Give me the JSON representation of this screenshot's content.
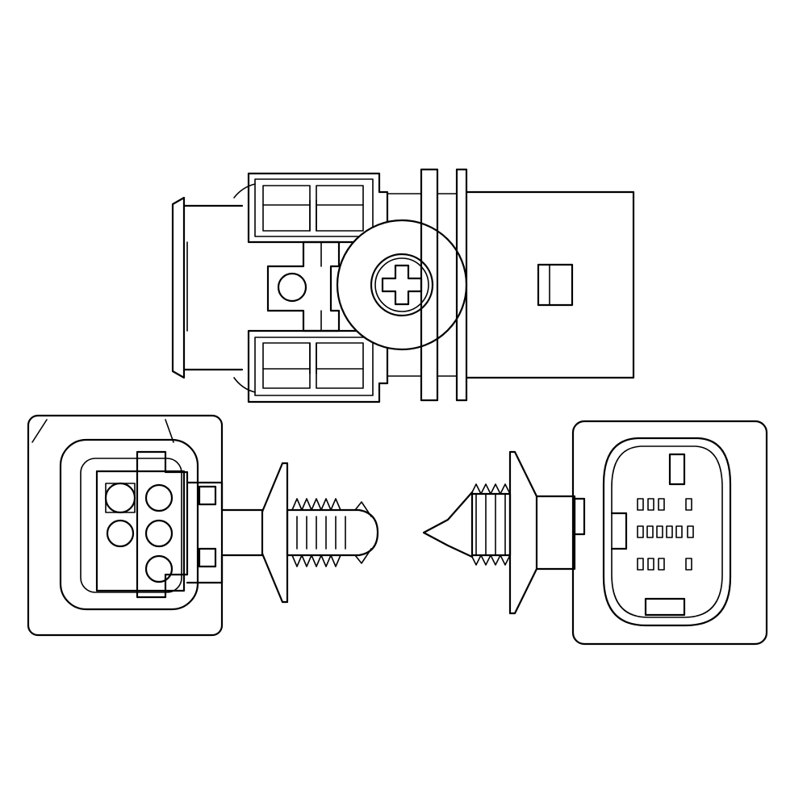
{
  "diagram": {
    "type": "technical-line-drawing",
    "views": [
      "top-connector",
      "female-connector-end",
      "male-connector-end"
    ],
    "colors": {
      "stroke": "#000000",
      "background": "#ffffff"
    },
    "female_pin_count": 5,
    "male_pin_rows": [
      4,
      6,
      4
    ]
  }
}
